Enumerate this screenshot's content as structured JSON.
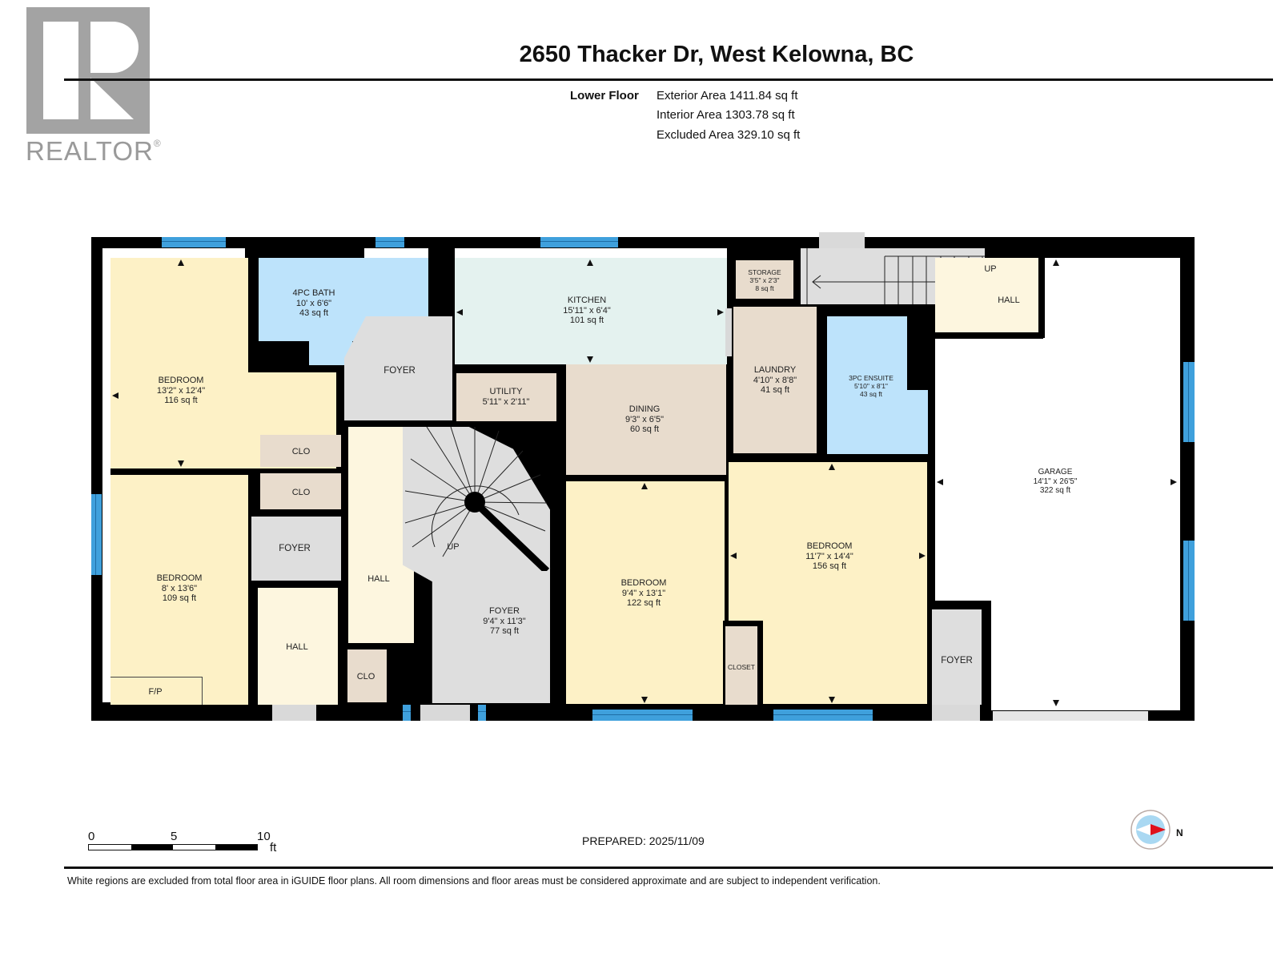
{
  "header": {
    "logo_text": "REALTOR",
    "logo_mark": "®",
    "title": "2650 Thacker Dr, West Kelowna, BC",
    "floor_name": "Lower Floor",
    "areas": {
      "exterior": "Exterior Area 1411.84 sq ft",
      "interior": "Interior Area 1303.78 sq ft",
      "excluded": "Excluded Area 329.10 sq ft"
    }
  },
  "rooms": {
    "bath4pc": {
      "name": "4PC BATH",
      "dims": "10' x 6'6\"",
      "area": "43 sq ft"
    },
    "kitchen": {
      "name": "KITCHEN",
      "dims": "15'11\" x 6'4\"",
      "area": "101 sq ft"
    },
    "storage": {
      "name": "STORAGE",
      "dims": "3'5\" x 2'3\"",
      "area": "8 sq ft"
    },
    "hall_upper_right": {
      "name": "HALL",
      "stair_label": "UP"
    },
    "bedroom_nw": {
      "name": "BEDROOM",
      "dims": "13'2\" x 12'4\"",
      "area": "116 sq ft"
    },
    "foyer_upper": {
      "name": "FOYER"
    },
    "utility": {
      "name": "UTILITY",
      "dims": "5'11\" x 2'11\""
    },
    "dining": {
      "name": "DINING",
      "dims": "9'3\" x 6'5\"",
      "area": "60 sq ft"
    },
    "laundry": {
      "name": "LAUNDRY",
      "dims": "4'10\" x 8'8\"",
      "area": "41 sq ft"
    },
    "ensuite3pc": {
      "name": "3PC ENSUITE",
      "dims": "5'10\" x 8'1\"",
      "area": "43 sq ft"
    },
    "garage": {
      "name": "GARAGE",
      "dims": "14'1\" x 26'5\"",
      "area": "322 sq ft"
    },
    "clo_1": {
      "name": "CLO"
    },
    "clo_2": {
      "name": "CLO"
    },
    "clo_3": {
      "name": "CLO"
    },
    "foyer_mid": {
      "name": "FOYER"
    },
    "bedroom_sw": {
      "name": "BEDROOM",
      "dims": "8' x 13'6\"",
      "area": "109 sq ft",
      "fireplace": "F/P"
    },
    "hall_left": {
      "name": "HALL"
    },
    "hall_center": {
      "name": "HALL"
    },
    "spiral_stair": {
      "label": "UP"
    },
    "foyer_main": {
      "name": "FOYER",
      "dims": "9'4\" x 11'3\"",
      "area": "77 sq ft"
    },
    "bedroom_center": {
      "name": "BEDROOM",
      "dims": "9'4\" x 13'1\"",
      "area": "122 sq ft"
    },
    "bedroom_east": {
      "name": "BEDROOM",
      "dims": "11'7\" x 14'4\"",
      "area": "156 sq ft"
    },
    "closet": {
      "name": "CLOSET"
    },
    "foyer_garage": {
      "name": "FOYER"
    }
  },
  "footer": {
    "scale": {
      "ticks": [
        "0",
        "5",
        "10"
      ],
      "unit": "ft"
    },
    "prepared": "PREPARED: 2025/11/09",
    "compass_label": "N",
    "disclaimer": "White regions are excluded from total floor area in iGUIDE floor plans. All room dimensions and floor areas must be considered approximate and are subject to independent verification."
  },
  "colors": {
    "bedroom": "#fdf1c6",
    "hall": "#fdf6df",
    "bath": "#bde3fb",
    "kitchen": "#e4f2ef",
    "utility": "#e8dccd",
    "foyer": "#dedede",
    "excluded": "#ffffff",
    "wall": "#000000",
    "window": "#3fa0dc",
    "compass_needle": "#e0101a"
  }
}
